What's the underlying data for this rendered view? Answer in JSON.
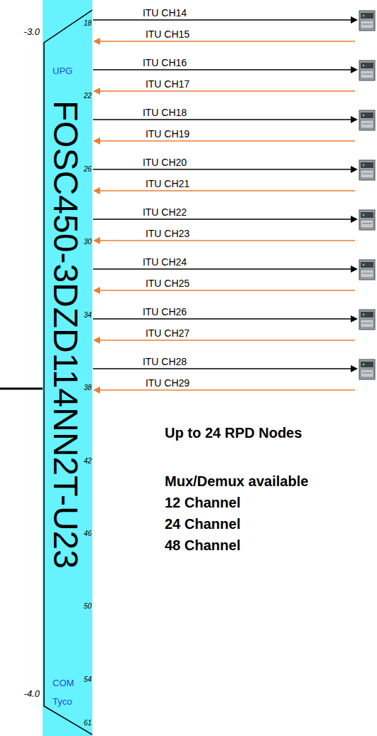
{
  "diagram": {
    "nodes": [
      {
        "text": [
          "FOSC450-3DZD114NN2T-U23"
        ]
      }
    ],
    "labels": [
      "ITU CH14",
      "ITU CH15",
      "ITU CH16",
      "ITU CH17",
      "ITU CH18",
      "ITU CH19",
      "ITU CH20",
      "ITU CH21",
      "ITU CH22",
      "ITU CH23",
      "ITU CH24",
      "ITU CH25",
      "ITU CH26",
      "ITU CH27",
      "ITU CH28",
      "ITU CH29",
      "-3.0",
      "UPG",
      "18",
      "22",
      "26",
      "30",
      "34",
      "38",
      "42",
      "46",
      "50",
      "54",
      "COM",
      "-4.0",
      "Tyco",
      "61",
      "Up to 24 RPD Nodes",
      "Mux/Demux available",
      "12 Channel",
      "24 Channel",
      "48 Channel"
    ]
  }
}
